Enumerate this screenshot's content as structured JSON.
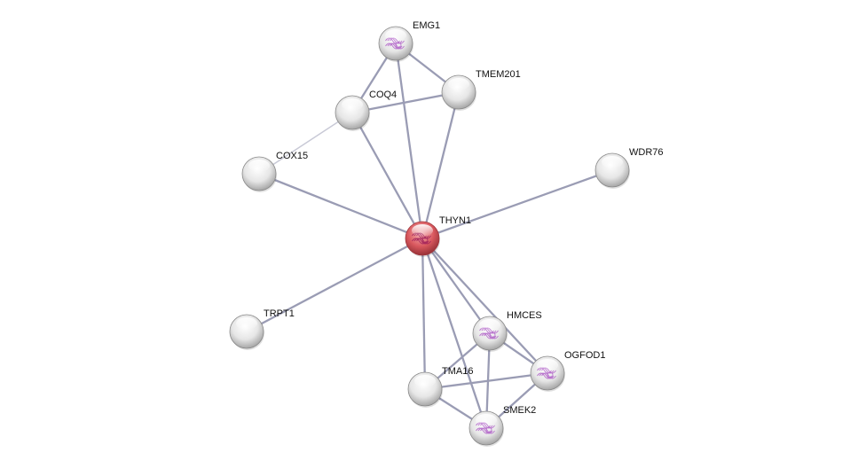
{
  "network": {
    "nodes": [
      {
        "id": "EMG1",
        "label": "EMG1",
        "query": false,
        "structure": true
      },
      {
        "id": "TMEM201",
        "label": "TMEM201",
        "query": false,
        "structure": false
      },
      {
        "id": "COQ4",
        "label": "COQ4",
        "query": false,
        "structure": false
      },
      {
        "id": "COX15",
        "label": "COX15",
        "query": false,
        "structure": false
      },
      {
        "id": "WDR76",
        "label": "WDR76",
        "query": false,
        "structure": false
      },
      {
        "id": "THYN1",
        "label": "THYN1",
        "query": true,
        "structure": true
      },
      {
        "id": "TRPT1",
        "label": "TRPT1",
        "query": false,
        "structure": false
      },
      {
        "id": "HMCES",
        "label": "HMCES",
        "query": false,
        "structure": true
      },
      {
        "id": "OGFOD1",
        "label": "OGFOD1",
        "query": false,
        "structure": true
      },
      {
        "id": "TMA16",
        "label": "TMA16",
        "query": false,
        "structure": false
      },
      {
        "id": "SMEK2",
        "label": "SMEK2",
        "query": false,
        "structure": true
      }
    ],
    "edges": [
      [
        "EMG1",
        "TMEM201"
      ],
      [
        "EMG1",
        "COQ4"
      ],
      [
        "EMG1",
        "THYN1"
      ],
      [
        "COQ4",
        "TMEM201"
      ],
      [
        "COQ4",
        "THYN1"
      ],
      [
        "TMEM201",
        "THYN1"
      ],
      [
        "COX15",
        "COQ4",
        "weak"
      ],
      [
        "COX15",
        "THYN1"
      ],
      [
        "WDR76",
        "THYN1"
      ],
      [
        "TRPT1",
        "THYN1"
      ],
      [
        "THYN1",
        "HMCES"
      ],
      [
        "THYN1",
        "OGFOD1"
      ],
      [
        "THYN1",
        "TMA16"
      ],
      [
        "THYN1",
        "SMEK2"
      ],
      [
        "HMCES",
        "OGFOD1"
      ],
      [
        "HMCES",
        "TMA16"
      ],
      [
        "HMCES",
        "SMEK2"
      ],
      [
        "TMA16",
        "OGFOD1"
      ],
      [
        "TMA16",
        "SMEK2"
      ],
      [
        "OGFOD1",
        "SMEK2"
      ]
    ],
    "colors": {
      "edge": "#9a9cb4",
      "edge_weak": "#c8c9d6",
      "query_node": "#d9585e",
      "node": "#d8d8d8",
      "structure": "#b060c8"
    }
  }
}
